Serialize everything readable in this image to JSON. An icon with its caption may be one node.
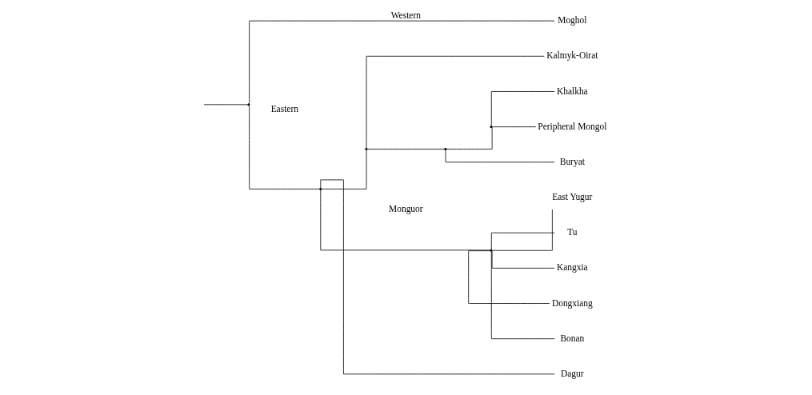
{
  "diagram": {
    "nodes": [
      {
        "text": [],
        "shape": "point"
      },
      {
        "text": [
          "Moghol"
        ]
      },
      {
        "text": [],
        "shape": "point"
      },
      {
        "text": [],
        "shape": "point"
      },
      {
        "text": [
          "Kalmyk-Oirat"
        ]
      },
      {
        "text": [],
        "shape": "point"
      },
      {
        "text": [],
        "shape": "point"
      },
      {
        "text": [
          "Khalkha"
        ]
      },
      {
        "text": [
          "Peripheral Mongol"
        ]
      },
      {
        "text": [
          "Buryat"
        ]
      },
      {
        "text": [],
        "shape": "point"
      },
      {
        "text": [
          "East Yugur"
        ]
      },
      {
        "text": [
          "Tu"
        ]
      },
      {
        "text": [
          "Kangxia"
        ]
      },
      {
        "text": [
          "Dongxiang"
        ]
      },
      {
        "text": [
          "Bonan"
        ]
      },
      {
        "text": [
          "Dagur"
        ]
      }
    ],
    "edges": [
      {
        "from": null,
        "to": 0,
        "arrow": "none"
      },
      {
        "from": 0,
        "to": 1,
        "arrow": "none",
        "label": "Western"
      },
      {
        "from": 0,
        "to": 2,
        "arrow": "none",
        "label": "Eastern"
      },
      {
        "from": 2,
        "to": 3,
        "arrow": "none"
      },
      {
        "from": 3,
        "to": 4,
        "arrow": "none"
      },
      {
        "from": 3,
        "to": 5,
        "arrow": "none"
      },
      {
        "from": 5,
        "to": 6,
        "arrow": "none"
      },
      {
        "from": 6,
        "to": 7,
        "arrow": "none"
      },
      {
        "from": 6,
        "to": 8,
        "arrow": "none"
      },
      {
        "from": 5,
        "to": 9,
        "arrow": "none"
      },
      {
        "from": 2,
        "to": 10,
        "arrow": "none",
        "label": "Monguor"
      },
      {
        "from": 10,
        "to": 11,
        "arrow": "none"
      },
      {
        "from": 10,
        "to": 12,
        "arrow": "none"
      },
      {
        "from": 10,
        "to": 13,
        "arrow": "none"
      },
      {
        "from": 10,
        "to": 14,
        "arrow": "none"
      },
      {
        "from": 10,
        "to": 15,
        "arrow": "none"
      },
      {
        "from": 2,
        "to": 16,
        "arrow": "none"
      }
    ]
  }
}
